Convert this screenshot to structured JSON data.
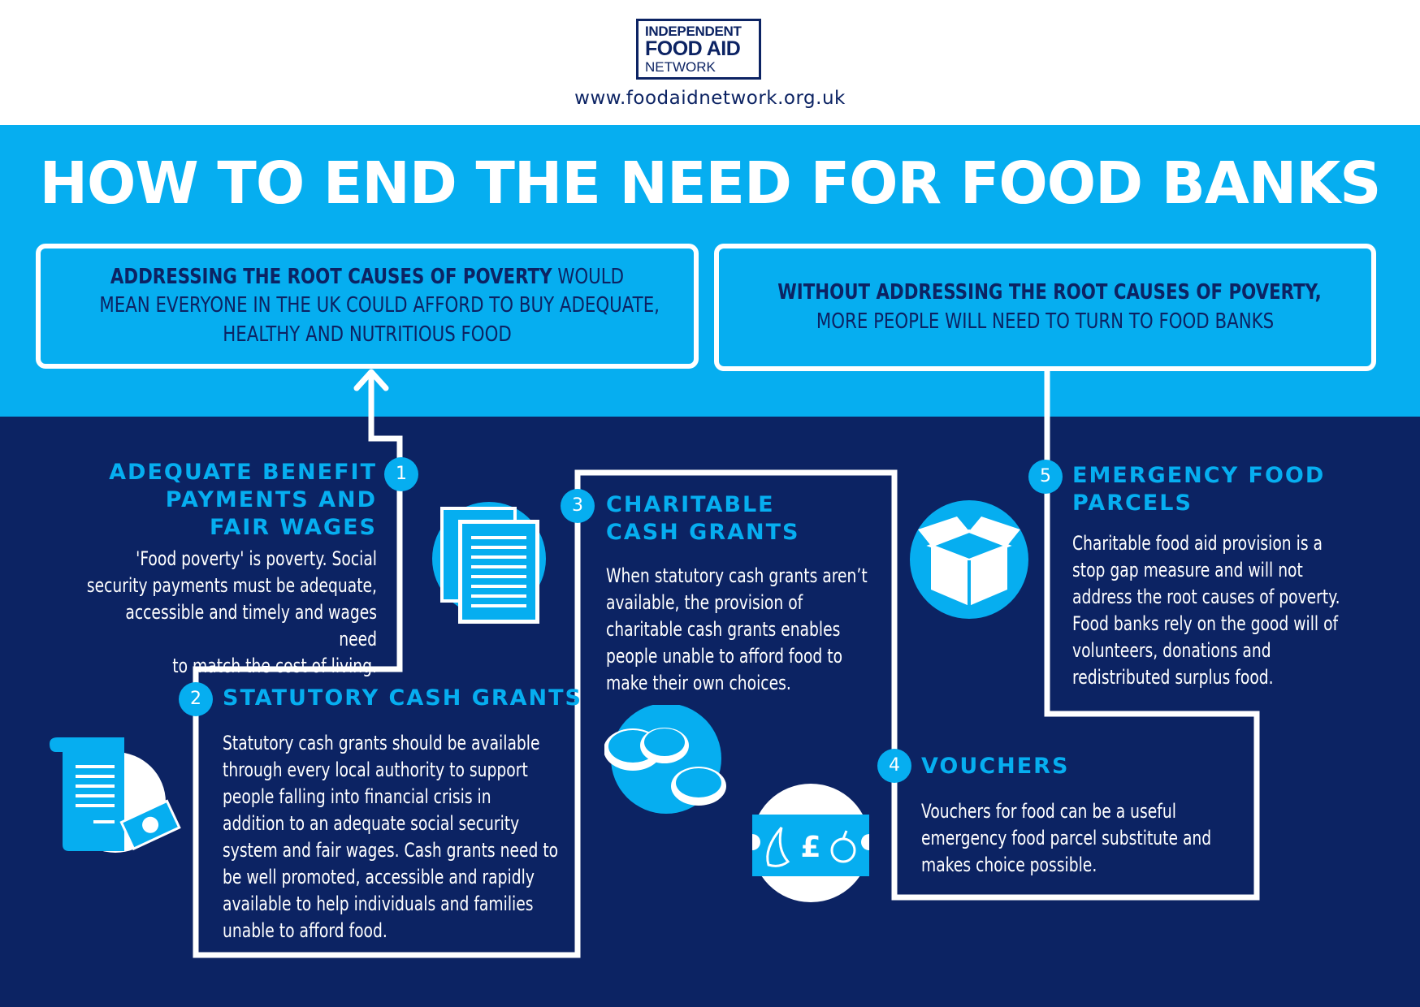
{
  "logo": {
    "line1": "INDEPENDENT",
    "line2": "FOOD AID",
    "line3": "NETWORK"
  },
  "url": "www.foodaidnetwork.org.uk",
  "title": "HOW TO END THE NEED FOR FOOD BANKS",
  "left_box": {
    "bold": "ADDRESSING THE ROOT CAUSES OF POVERTY",
    "rest": " WOULD",
    "line2": "MEAN EVERYONE IN THE UK COULD AFFORD TO BUY ADEQUATE,",
    "line3": "HEALTHY AND NUTRITIOUS FOOD"
  },
  "right_box": {
    "bold": "WITHOUT ADDRESSING THE ROOT CAUSES OF POVERTY,",
    "line2": "MORE PEOPLE WILL NEED TO TURN TO FOOD BANKS"
  },
  "steps": [
    {
      "num": "1",
      "heading": [
        "ADEQUATE BENEFIT",
        "PAYMENTS AND",
        "FAIR WAGES"
      ],
      "text": [
        "'Food poverty' is poverty. Social",
        "security payments must be adequate,",
        "accessible and timely and wages need",
        "to match the cost of living."
      ]
    },
    {
      "num": "2",
      "heading": [
        "STATUTORY CASH GRANTS"
      ],
      "text": [
        "Statutory cash grants should be available",
        "through every local authority to support",
        "people falling into financial crisis in",
        "addition to an adequate social security",
        "system and fair wages. Cash grants need to",
        "be well promoted, accessible and rapidly",
        "available to help individuals and families",
        "unable to afford food."
      ]
    },
    {
      "num": "3",
      "heading": [
        "CHARITABLE",
        "CASH GRANTS"
      ],
      "text": [
        "When statutory cash grants aren’t",
        "available, the provision of",
        "charitable cash grants enables",
        "people unable to afford food to",
        "make their own choices."
      ]
    },
    {
      "num": "4",
      "heading": [
        "VOUCHERS"
      ],
      "text": [
        "Vouchers for food can be a useful",
        "emergency food parcel substitute and",
        "makes choice possible."
      ]
    },
    {
      "num": "5",
      "heading": [
        "EMERGENCY FOOD",
        "PARCELS"
      ],
      "text": [
        "Charitable food aid provision is a",
        "stop gap measure and will not",
        "address the root causes of poverty.",
        "Food banks rely on the good will of",
        "volunteers, donations and",
        "redistributed surplus food."
      ]
    }
  ],
  "voucher_symbol": "£",
  "colors": {
    "navy": "#0c2363",
    "light_blue": "#06aef0",
    "white": "#ffffff"
  },
  "icons": [
    "documents-icon",
    "cash-grant-scroll-icon",
    "coins-icon",
    "food-voucher-icon",
    "box-icon"
  ]
}
